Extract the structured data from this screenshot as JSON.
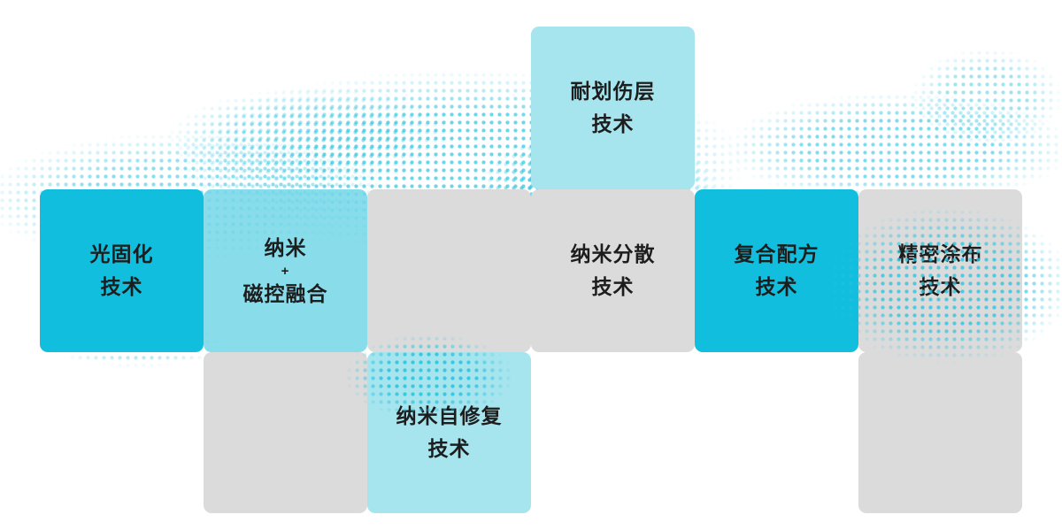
{
  "diagram": {
    "title": "core-technology-tiles",
    "colors": {
      "cyan": "#12bedd",
      "mid_cyan": "rgba(116, 215, 231, 0.85)",
      "light_cyan": "#a6e4ee",
      "gray": "#dbdbdb",
      "dot": "#2fc4e0",
      "text": "#1d1d1d"
    },
    "tiles": [
      {
        "name": "scratch-resistant-layer",
        "lines": [
          "耐划伤层",
          "技术"
        ],
        "variant": "light"
      },
      {
        "name": "light-curing",
        "lines": [
          "光固化",
          "技术"
        ],
        "variant": "cyan"
      },
      {
        "name": "nano-magnetron-fusion",
        "lines": [
          "纳米",
          "+",
          "磁控融合"
        ],
        "variant": "mid"
      },
      {
        "name": "empty-middle",
        "lines": [],
        "variant": "gray"
      },
      {
        "name": "nano-dispersion",
        "lines": [
          "纳米分散",
          "技术"
        ],
        "variant": "gray"
      },
      {
        "name": "composite-formula",
        "lines": [
          "复合配方",
          "技术"
        ],
        "variant": "cyan"
      },
      {
        "name": "precision-coating",
        "lines": [
          "精密涂布",
          "技术"
        ],
        "variant": "gray"
      },
      {
        "name": "empty-bottom-left",
        "lines": [],
        "variant": "gray"
      },
      {
        "name": "nano-self-healing",
        "lines": [
          "纳米自修复",
          "技术"
        ],
        "variant": "light"
      },
      {
        "name": "empty-bottom-right",
        "lines": [],
        "variant": "gray"
      }
    ]
  }
}
